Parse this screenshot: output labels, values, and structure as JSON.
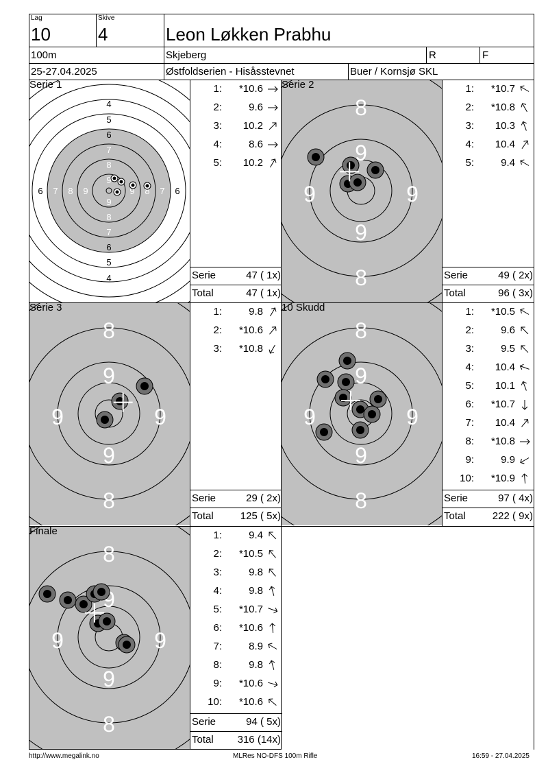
{
  "header": {
    "lag_label": "Lag",
    "lag_value": "10",
    "skive_label": "Skive",
    "skive_value": "4",
    "name": "Leon Løkken Prabhu",
    "distance": "100m",
    "club": "Skjeberg",
    "r_label": "R",
    "f_label": "F",
    "date": "25-27.04.2025",
    "event": "Østfoldserien - Hisåsstevnet",
    "venue": "Buer / Kornsjø SKL"
  },
  "labels": {
    "serie": "Serie",
    "total": "Total"
  },
  "series": [
    {
      "title": "Serie 1",
      "target_style": "full",
      "shots": [
        {
          "n": "1:",
          "v": "*10.6",
          "dir": 90
        },
        {
          "n": "2:",
          "v": "9.6",
          "dir": 90
        },
        {
          "n": "3:",
          "v": "10.2",
          "dir": 45
        },
        {
          "n": "4:",
          "v": "8.6",
          "dir": 90
        },
        {
          "n": "5:",
          "v": "10.2",
          "dir": 30
        }
      ],
      "serie_score": "47 ( 1x)",
      "total_score": "47 ( 1x)"
    },
    {
      "title": "Serie 2",
      "target_style": "zoom",
      "shots": [
        {
          "n": "1:",
          "v": "*10.7",
          "dir": -60
        },
        {
          "n": "2:",
          "v": "*10.8",
          "dir": -30
        },
        {
          "n": "3:",
          "v": "10.3",
          "dir": -20
        },
        {
          "n": "4:",
          "v": "10.4",
          "dir": 35
        },
        {
          "n": "5:",
          "v": "9.4",
          "dir": -60
        }
      ],
      "serie_score": "49 ( 2x)",
      "total_score": "96 ( 3x)"
    },
    {
      "title": "Serie 3",
      "target_style": "zoom",
      "shots": [
        {
          "n": "1:",
          "v": "9.8",
          "dir": 30
        },
        {
          "n": "2:",
          "v": "*10.6",
          "dir": 40
        },
        {
          "n": "3:",
          "v": "*10.8",
          "dir": -150
        }
      ],
      "serie_score": "29 ( 2x)",
      "total_score": "125 ( 5x)"
    },
    {
      "title": "10 Skudd",
      "target_style": "zoom",
      "shots": [
        {
          "n": "1:",
          "v": "*10.5",
          "dir": -60
        },
        {
          "n": "2:",
          "v": "9.6",
          "dir": -45
        },
        {
          "n": "3:",
          "v": "9.5",
          "dir": -45
        },
        {
          "n": "4:",
          "v": "10.4",
          "dir": -70
        },
        {
          "n": "5:",
          "v": "10.1",
          "dir": -20
        },
        {
          "n": "6:",
          "v": "*10.7",
          "dir": 180
        },
        {
          "n": "7:",
          "v": "10.4",
          "dir": 40
        },
        {
          "n": "8:",
          "v": "*10.8",
          "dir": 90
        },
        {
          "n": "9:",
          "v": "9.9",
          "dir": -120
        },
        {
          "n": "10:",
          "v": "*10.9",
          "dir": -5
        }
      ],
      "serie_score": "97 ( 4x)",
      "total_score": "222 ( 9x)"
    },
    {
      "title": "Finale",
      "target_style": "zoom",
      "shots": [
        {
          "n": "1:",
          "v": "9.4",
          "dir": -45
        },
        {
          "n": "2:",
          "v": "*10.5",
          "dir": -40
        },
        {
          "n": "3:",
          "v": "9.8",
          "dir": -40
        },
        {
          "n": "4:",
          "v": "9.8",
          "dir": -15
        },
        {
          "n": "5:",
          "v": "*10.7",
          "dir": 110
        },
        {
          "n": "6:",
          "v": "*10.6",
          "dir": -5
        },
        {
          "n": "7:",
          "v": "8.9",
          "dir": -60
        },
        {
          "n": "8:",
          "v": "9.8",
          "dir": -15
        },
        {
          "n": "9:",
          "v": "*10.6",
          "dir": 105
        },
        {
          "n": "10:",
          "v": "*10.6",
          "dir": -50
        }
      ],
      "serie_score": "94 ( 5x)",
      "total_score": "316 (14x)"
    }
  ],
  "footer": {
    "url": "http://www.megalink.no",
    "program": "MLRes NO-DFS 100m Rifle",
    "timestamp": "16:59 - 27.04.2025"
  }
}
